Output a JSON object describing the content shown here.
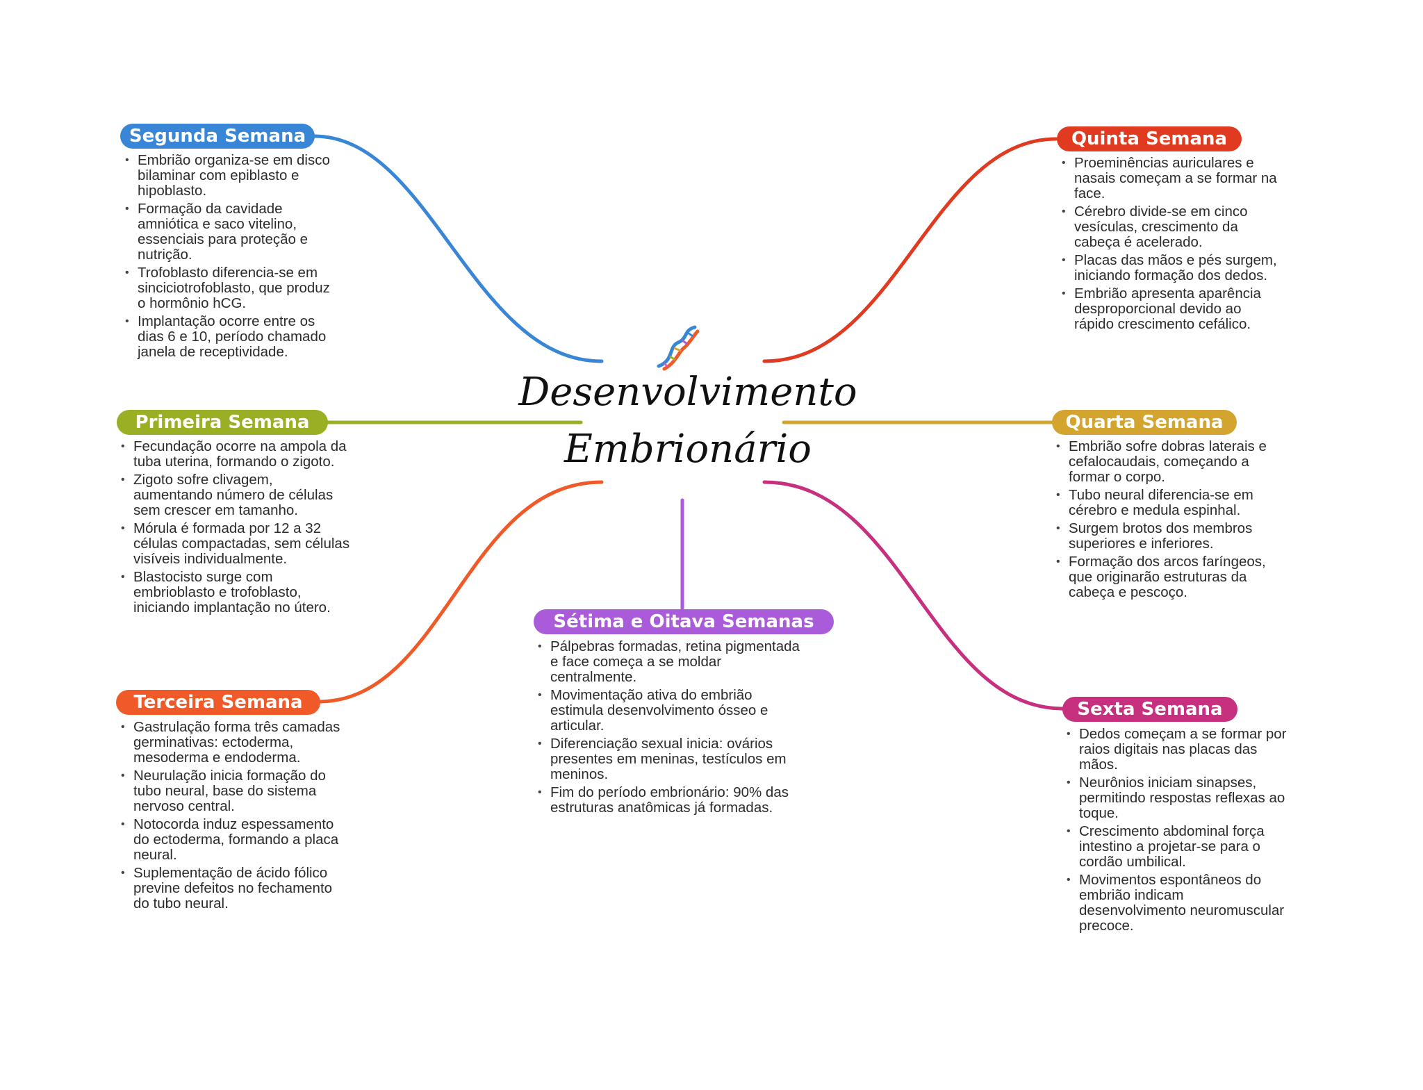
{
  "title": {
    "line1": "Desenvolvimento",
    "line2": "Embrionário"
  },
  "icons": {
    "center": "dna-icon"
  },
  "branches": {
    "segunda": {
      "label": "Segunda Semana",
      "color": "#3a86d6",
      "items": [
        "Embrião organiza-se em disco bilaminar com epiblasto e hipoblasto.",
        "Formação da cavidade amniótica e saco vitelino, essenciais para proteção e nutrição.",
        "Trofoblasto diferencia-se em sinciciotrofoblasto, que produz o hormônio hCG.",
        "Implantação ocorre entre os dias 6 e 10, período chamado janela de receptividade."
      ]
    },
    "primeira": {
      "label": "Primeira Semana",
      "color": "#9aaf23",
      "items": [
        "Fecundação ocorre na ampola da tuba uterina, formando o zigoto.",
        "Zigoto sofre clivagem, aumentando número de células sem crescer em tamanho.",
        "Mórula é formada por 12 a 32 células compactadas, sem células visíveis individualmente.",
        "Blastocisto surge com embrioblasto e trofoblasto, iniciando implantação no útero."
      ]
    },
    "terceira": {
      "label": "Terceira Semana",
      "color": "#f05a28",
      "items": [
        "Gastrulação forma três camadas germinativas: ectoderma, mesoderma e endoderma.",
        "Neurulação inicia formação do tubo neural, base do sistema nervoso central.",
        "Notocorda induz espessamento do ectoderma, formando a placa neural.",
        "Suplementação de ácido fólico previne defeitos no fechamento do tubo neural."
      ]
    },
    "setima": {
      "label": "Sétima e Oitava Semanas",
      "color": "#a95bd9",
      "items": [
        "Pálpebras formadas, retina pigmentada e face começa a se moldar centralmente.",
        "Movimentação ativa do embrião estimula desenvolvimento ósseo e articular.",
        "Diferenciação sexual inicia: ovários presentes em meninas, testículos em meninos.",
        "Fim do período embrionário: 90% das estruturas anatômicas já formadas."
      ]
    },
    "quinta": {
      "label": "Quinta Semana",
      "color": "#e03a20",
      "items": [
        "Proeminências auriculares e nasais começam a se formar na face.",
        "Cérebro divide-se em cinco vesículas, crescimento da cabeça é acelerado.",
        "Placas das mãos e pés surgem, iniciando formação dos dedos.",
        "Embrião apresenta aparência desproporcional devido ao rápido crescimento cefálico."
      ]
    },
    "quarta": {
      "label": "Quarta Semana",
      "color": "#d3a52f",
      "items": [
        "Embrião sofre dobras laterais e cefalocaudais, começando a formar o corpo.",
        "Tubo neural diferencia-se em cérebro e medula espinhal.",
        "Surgem brotos dos membros superiores e inferiores.",
        "Formação dos arcos faríngeos, que originarão estruturas da cabeça e pescoço."
      ]
    },
    "sexta": {
      "label": "Sexta Semana",
      "color": "#c6307f",
      "items": [
        "Dedos começam a se formar por raios digitais nas placas das mãos.",
        "Neurônios iniciam sinapses, permitindo respostas reflexas ao toque.",
        "Crescimento abdominal força intestino a projetar-se para o cordão umbilical.",
        "Movimentos espontâneos do embrião indicam desenvolvimento neuromuscular precoce."
      ]
    }
  }
}
